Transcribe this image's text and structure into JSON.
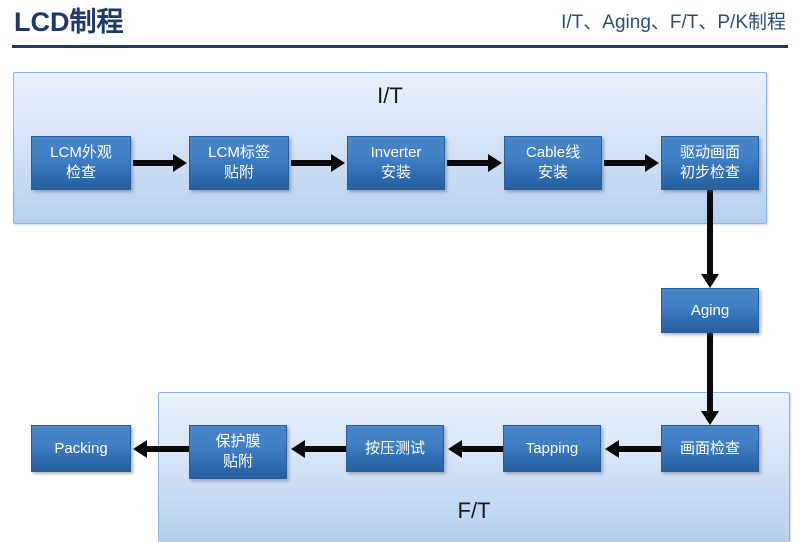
{
  "header": {
    "title": "LCD制程",
    "subtitle": "I/T、Aging、F/T、P/K制程"
  },
  "groups": {
    "it": {
      "label": "I/T"
    },
    "ft": {
      "label": "F/T"
    }
  },
  "nodes": {
    "lcm_appearance": "LCM外观\n检查",
    "lcm_appearance_line1": "LCM外观",
    "lcm_appearance_line2": "检查",
    "lcm_label_line1": "LCM标签",
    "lcm_label_line2": "贴附",
    "inverter_line1": "Inverter",
    "inverter_line2": "安装",
    "cable_line1": "Cable线",
    "cable_line2": "安装",
    "drive_check_line1": "驱动画面",
    "drive_check_line2": "初步检查",
    "aging": "Aging",
    "screen_check": "画面检查",
    "tapping": "Tapping",
    "press_test": "按压测试",
    "film_attach_line1": "保护膜",
    "film_attach_line2": "贴附",
    "packing": "Packing"
  },
  "flow": {
    "it_sequence": [
      "LCM外观检查",
      "LCM标签贴附",
      "Inverter安装",
      "Cable线安装",
      "驱动画面初步检查"
    ],
    "ft_sequence": [
      "画面检查",
      "Tapping",
      "按压测试",
      "保护膜贴附",
      "Packing"
    ],
    "middle": [
      "Aging"
    ]
  },
  "colors": {
    "title": "#1F3864",
    "subtitle": "#2E4D7B",
    "node_fill": "#3C7BBE",
    "node_border": "#2B5E9B",
    "group_fill": "#DCE8F8",
    "group_border": "#8FB4DC",
    "arrow": "#0A0A0A",
    "background": "#FFFFFF"
  }
}
